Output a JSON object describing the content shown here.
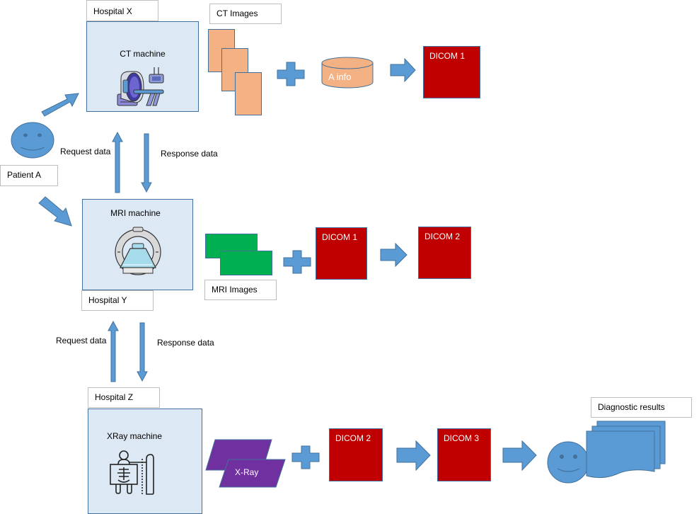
{
  "colors": {
    "arrow_blue": "#5b9bd5",
    "arrow_border": "#41719c",
    "machine_fill": "#dde8f5",
    "dicom_red": "#c00000",
    "ct_image_orange": "#f4b183",
    "mri_image_green": "#00b050",
    "xray_purple": "#7030a0"
  },
  "patient": {
    "label": "Patient A"
  },
  "hospitals": {
    "x": {
      "label": "Hospital X",
      "machine": "CT machine",
      "icon": "ct-scanner-icon"
    },
    "y": {
      "label": "Hospital Y",
      "machine": "MRI machine",
      "icon": "mri-scanner-icon"
    },
    "z": {
      "label": "Hospital Z",
      "machine": "XRay machine",
      "icon": "xray-machine-icon"
    }
  },
  "flows": {
    "xy": {
      "request": "Request data",
      "response": "Response data"
    },
    "yz": {
      "request": "Request data",
      "response": "Response data"
    }
  },
  "row_ct": {
    "images_label": "CT Images",
    "info_label": "A info",
    "output": "DICOM 1"
  },
  "row_mri": {
    "images_label": "MRI Images",
    "input": "DICOM 1",
    "output": "DICOM 2"
  },
  "row_xray": {
    "images_label": "X-Ray",
    "input": "DICOM 2",
    "output": "DICOM 3"
  },
  "results": {
    "label": "Diagnostic results"
  }
}
